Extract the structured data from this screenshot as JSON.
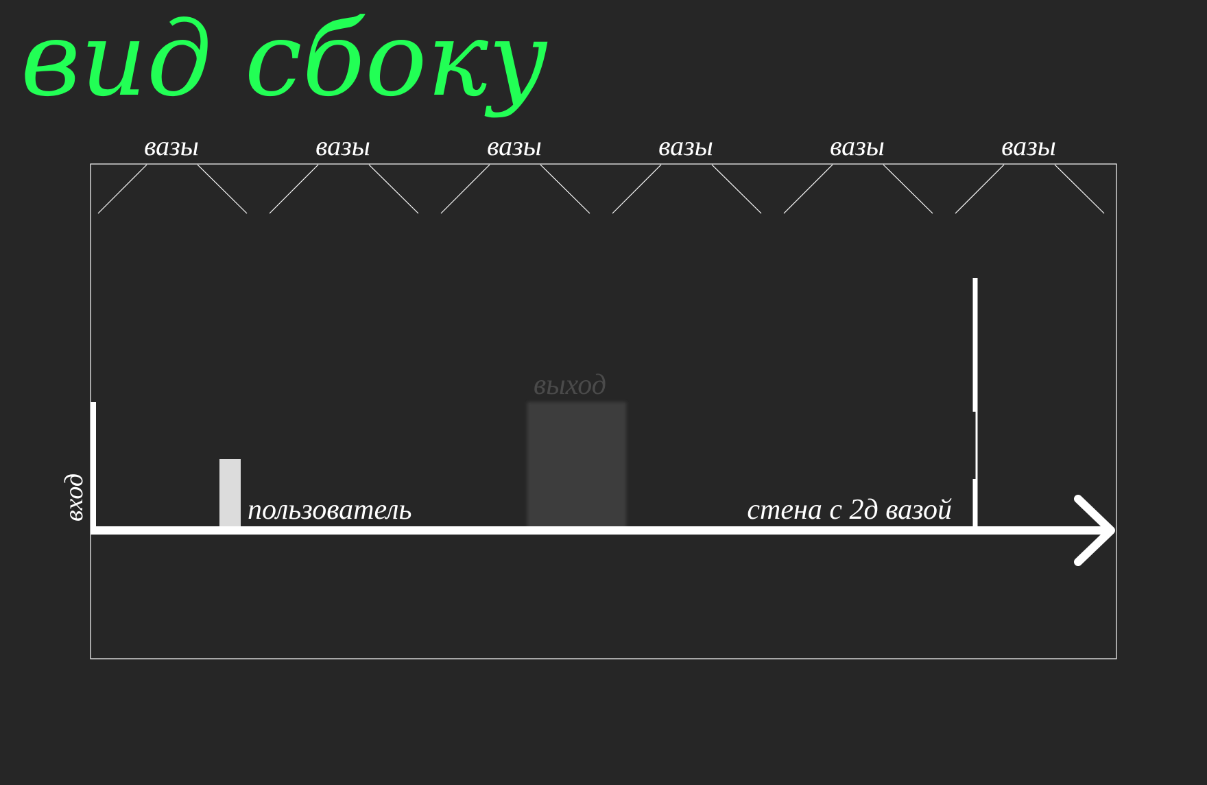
{
  "title": "вид сбоку",
  "colors": {
    "background": "#262626",
    "title": "#22ff55",
    "lines": "#ffffff",
    "user_block": "#dcdcdc",
    "exit_block": "#3d3d3d",
    "exit_label": "#4a4a4a"
  },
  "vases": {
    "label": "вазы",
    "count": 6
  },
  "entrance_label": "вход",
  "user_label": "пользователь",
  "exit_label": "выход",
  "wall_label": "стена с 2д вазой"
}
